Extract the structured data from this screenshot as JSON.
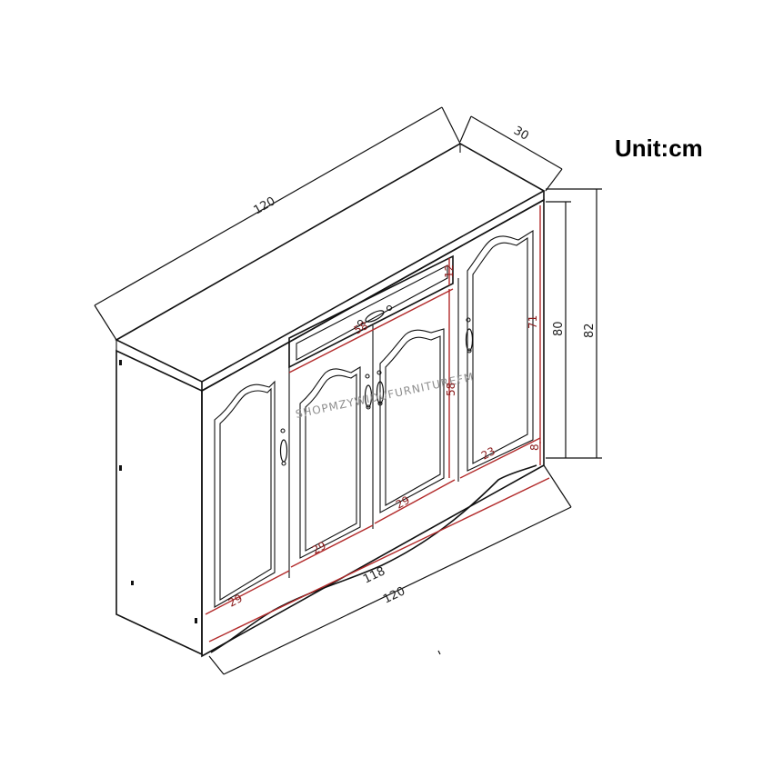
{
  "unit": "Unit:cm",
  "watermark": "SHOPMZYWIDUFURNITUREFM",
  "dimensions": {
    "top_width": "120",
    "top_depth": "30",
    "height_total": "82",
    "height_body": "80",
    "door_height": "71",
    "inner_door_height": "58",
    "drawer_width": "58",
    "drawer_height": "12",
    "door_width_1": "29",
    "door_width_2": "29",
    "door_width_3": "29",
    "door_width_4": "23",
    "base_height": "8",
    "bottom_inner_width": "118",
    "bottom_width": "120"
  }
}
